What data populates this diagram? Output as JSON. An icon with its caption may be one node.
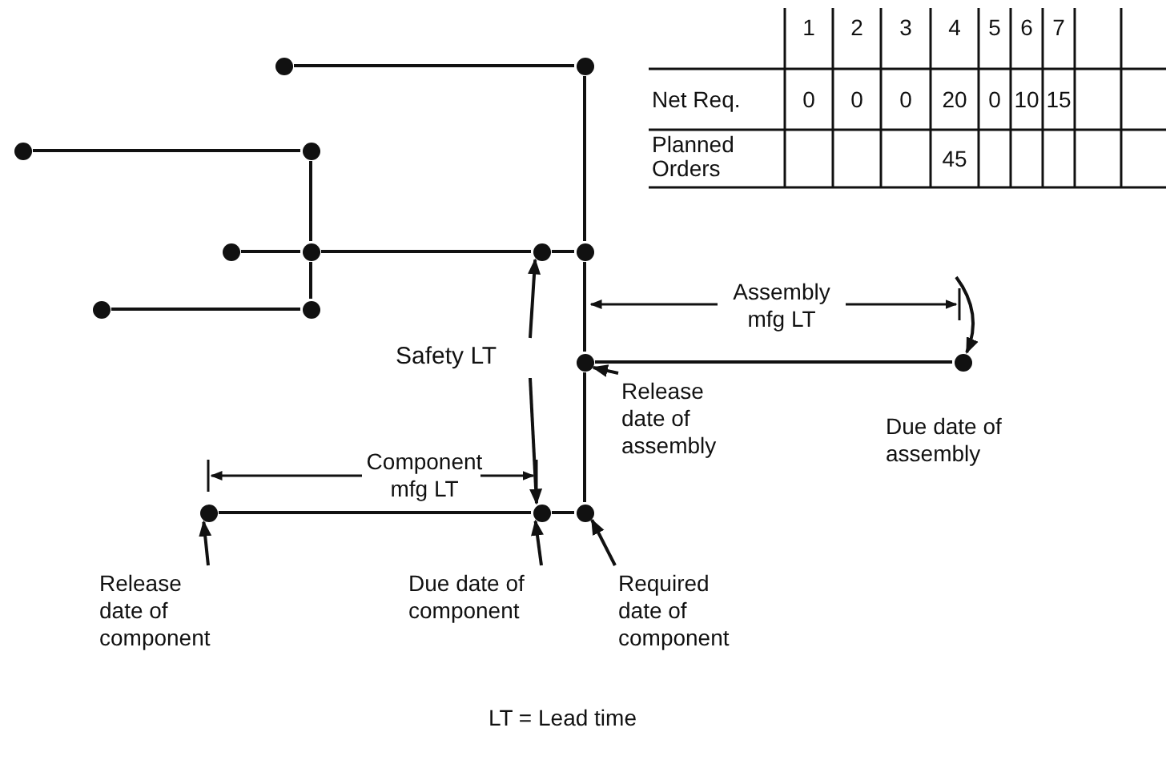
{
  "diagram": {
    "nodes": [
      {
        "text": [],
        "shape": "circle"
      },
      {
        "text": [],
        "shape": "circle"
      },
      {
        "text": [],
        "shape": "circle"
      },
      {
        "text": [],
        "shape": "circle"
      },
      {
        "text": [],
        "shape": "circle"
      },
      {
        "text": [],
        "shape": "circle"
      },
      {
        "text": [],
        "shape": "circle"
      },
      {
        "text": [],
        "shape": "circle"
      },
      {
        "text": [],
        "shape": "circle"
      },
      {
        "text": [],
        "shape": "circle"
      },
      {
        "text": [],
        "shape": "circle"
      },
      {
        "text": [],
        "shape": "circle",
        "beside": [
          "Due date of assembly"
        ]
      },
      {
        "text": [],
        "shape": "circle"
      },
      {
        "text": [],
        "shape": "circle"
      },
      {
        "text": [],
        "shape": "circle"
      },
      {
        "text": [
          "Safety LT"
        ]
      },
      {
        "text": [
          "Release date of assembly"
        ]
      },
      {
        "text": [
          "Release date of component"
        ]
      },
      {
        "text": [
          "Due date of component"
        ]
      },
      {
        "text": [
          "Required date of component"
        ]
      }
    ],
    "edges": [
      {
        "from": 0,
        "to": 1,
        "arrow": "none"
      },
      {
        "from": 1,
        "to": 7,
        "arrow": "none"
      },
      {
        "from": 7,
        "to": 10,
        "arrow": "none"
      },
      {
        "from": 10,
        "to": 14,
        "arrow": "none"
      },
      {
        "from": 2,
        "to": 3,
        "arrow": "none"
      },
      {
        "from": 3,
        "to": 5,
        "arrow": "none"
      },
      {
        "from": 5,
        "to": 9,
        "arrow": "none"
      },
      {
        "from": 8,
        "to": 9,
        "arrow": "none"
      },
      {
        "from": 4,
        "to": 5,
        "arrow": "none"
      },
      {
        "from": 5,
        "to": 6,
        "arrow": "none"
      },
      {
        "from": 6,
        "to": 7,
        "arrow": "none"
      },
      {
        "from": 10,
        "to": 11,
        "arrow": "none"
      },
      {
        "from": 12,
        "to": 13,
        "arrow": "none"
      },
      {
        "from": 13,
        "to": 14,
        "arrow": "none"
      },
      {
        "from": 15,
        "to": 6,
        "arrow": "to"
      },
      {
        "from": 15,
        "to": 13,
        "arrow": "to"
      },
      {
        "from": 16,
        "to": 10,
        "arrow": "to"
      },
      {
        "from": null,
        "to": 11,
        "arrow": "to"
      },
      {
        "from": 17,
        "to": 12,
        "arrow": "to"
      },
      {
        "from": 18,
        "to": 13,
        "arrow": "to"
      },
      {
        "from": 19,
        "to": 14,
        "arrow": "to"
      }
    ],
    "labels": [
      "1",
      "2",
      "3",
      "4",
      "5",
      "6",
      "7",
      "Net Req.",
      "0",
      "0",
      "0",
      "20",
      "0",
      "10",
      "15",
      "Planned Orders",
      "45",
      "Assembly mfg LT",
      "Component mfg LT",
      "LT = Lead time"
    ]
  }
}
